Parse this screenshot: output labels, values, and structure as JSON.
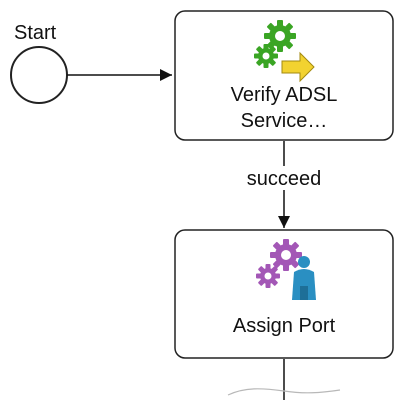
{
  "start_event": {
    "label": "Start"
  },
  "tasks": [
    {
      "line1": "Verify ADSL",
      "line2": "Service…",
      "icon": "service-task-gears-arrow-icon"
    },
    {
      "line1": "Assign Port",
      "icon": "user-task-gears-person-icon"
    }
  ],
  "flows": [
    {
      "label": "succeed"
    }
  ],
  "colors": {
    "task_stroke": "#222222",
    "task_fill": "#ffffff",
    "green_gear": "#3aa524",
    "purple_gear": "#a357b6",
    "arrow_yellow": "#f2d230",
    "person_blue": "#2a8fc2"
  }
}
